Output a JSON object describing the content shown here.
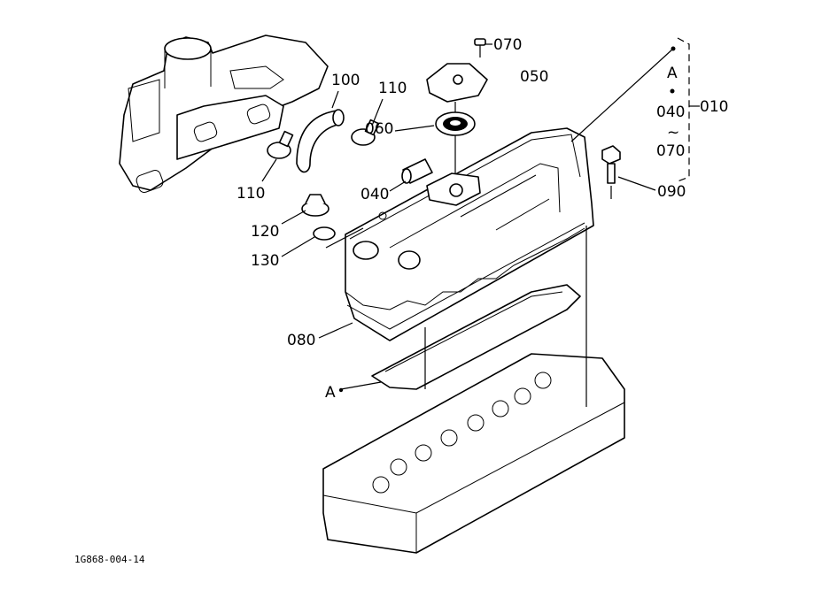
{
  "diagram": {
    "drawing_code": "1G868-004-14",
    "callouts": {
      "p070_top": "070",
      "p050": "050",
      "p100": "100",
      "p110_right": "110",
      "p060": "060",
      "p040": "040",
      "p110_left": "110",
      "p120": "120",
      "p130": "130",
      "p080": "080",
      "pA_left": "A",
      "p090": "090",
      "p010": "010"
    },
    "assembly_group": {
      "ref": "A",
      "from": "040",
      "range_symbol": "~",
      "to": "070"
    }
  }
}
